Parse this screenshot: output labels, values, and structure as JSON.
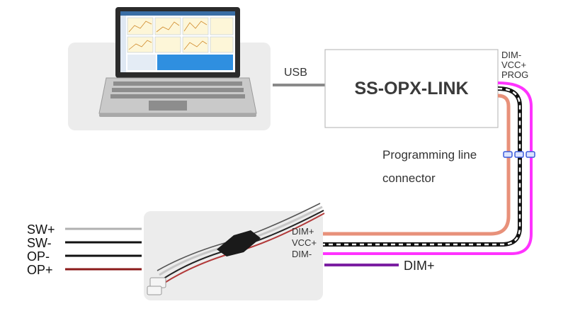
{
  "device": {
    "name": "SS-OPX-LINK"
  },
  "usb": {
    "label": "USB"
  },
  "device_pins": [
    "DIM-",
    "VCC+",
    "PROG"
  ],
  "programming_label": {
    "line1": "Programming line",
    "line2": "connector"
  },
  "driver_pins": [
    "DIM+",
    "VCC+",
    "DIM-"
  ],
  "left_wires": [
    {
      "label": "SW+",
      "color": "#b0b0b0"
    },
    {
      "label": "SW-",
      "color": "#111111"
    },
    {
      "label": "OP-",
      "color": "#111111"
    },
    {
      "label": "OP+",
      "color": "#8b1a1a"
    }
  ],
  "dim_out": {
    "label": "DIM+",
    "color": "#7b1fa2"
  },
  "colors": {
    "salmon": "#e8917a",
    "magenta": "#ff33ff",
    "panel": "#ececec",
    "connector": "#3b5bdb"
  }
}
